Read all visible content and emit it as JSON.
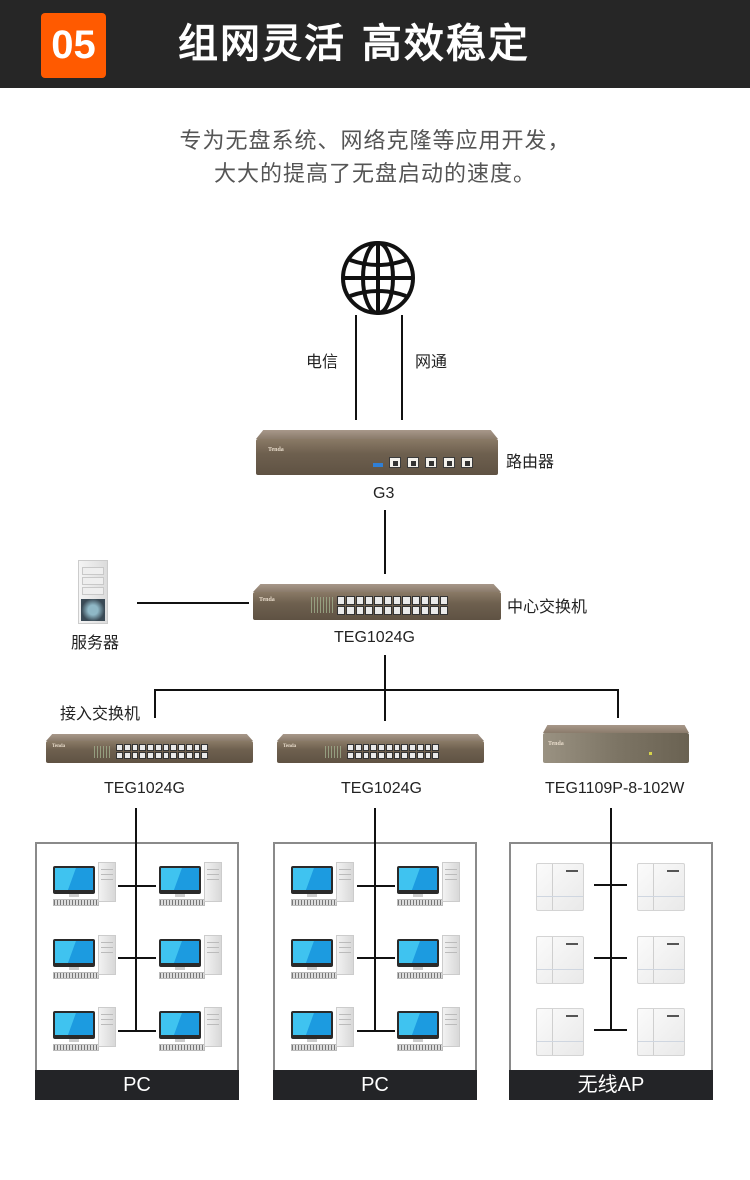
{
  "header": {
    "badge": "05",
    "title": "组网灵活 高效稳定"
  },
  "subtitle": {
    "line1": "专为无盘系统、网络克隆等应用开发，",
    "line2": "大大的提高了无盘启动的速度。"
  },
  "topology": {
    "internet": {
      "icon": "globe-icon"
    },
    "uplinks": [
      {
        "label": "电信"
      },
      {
        "label": "网通"
      }
    ],
    "router": {
      "role": "路由器",
      "model": "G3",
      "brand": "Tenda 腾达"
    },
    "core_switch": {
      "role": "中心交换机",
      "model": "TEG1024G",
      "brand": "Tenda 腾达"
    },
    "server": {
      "label": "服务器"
    },
    "access_switch_label": "接入交换机",
    "access_switches": [
      {
        "model": "TEG1024G",
        "brand": "Tenda 腾达"
      },
      {
        "model": "TEG1024G",
        "brand": "Tenda 腾达"
      },
      {
        "model": "TEG1109P-8-102W",
        "brand": "Tenda 腾达"
      }
    ],
    "groups": [
      {
        "label": "PC",
        "device": "pc-icon",
        "count": 6
      },
      {
        "label": "PC",
        "device": "pc-icon",
        "count": 6
      },
      {
        "label": "无线AP",
        "device": "access-point-icon",
        "count": 6
      }
    ]
  }
}
